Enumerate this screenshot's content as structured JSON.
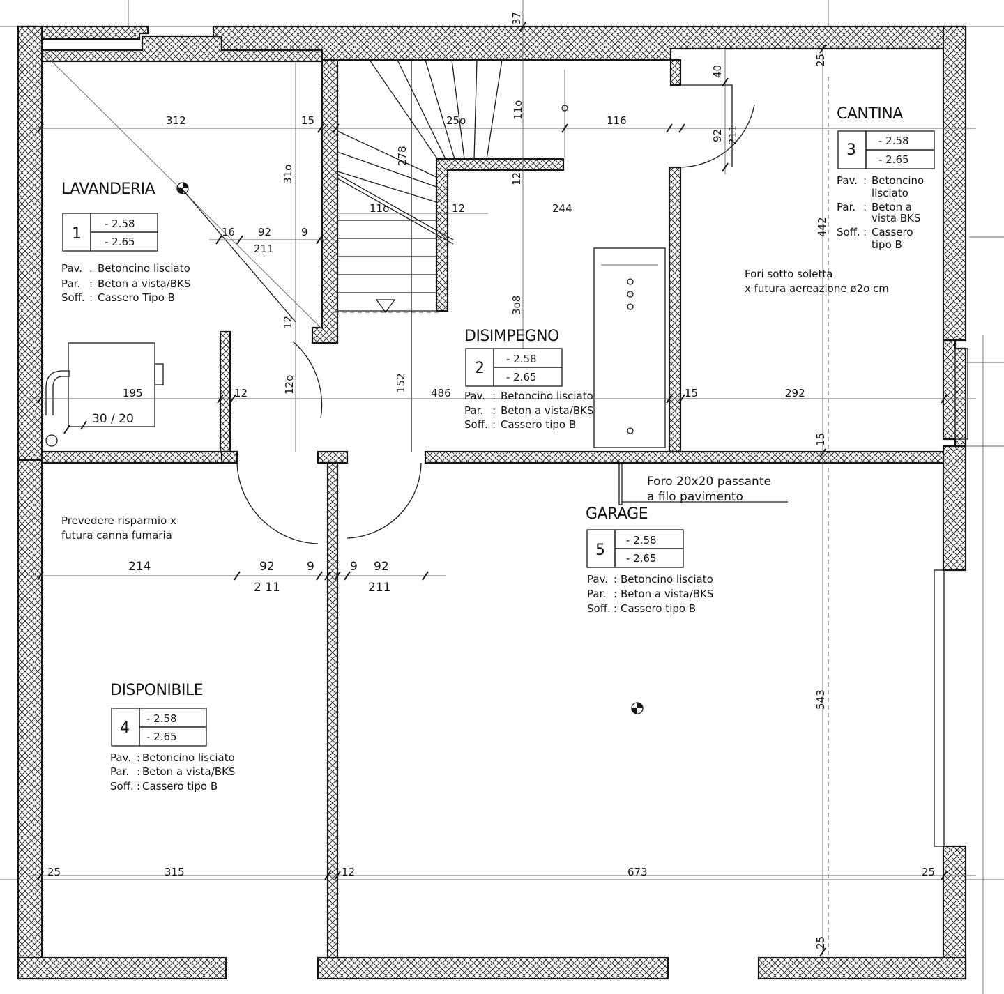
{
  "rooms": {
    "lavanderia": {
      "name": "LAVANDERIA",
      "code": "1",
      "level_top": "- 2.58",
      "level_bottom": "- 2.65",
      "finishes": [
        {
          "label": "Pav.",
          "sep": ".",
          "value": "Betoncino lisciato"
        },
        {
          "label": "Par.",
          "sep": ":",
          "value": "Beton a vista/BKS"
        },
        {
          "label": "Soff.",
          "sep": ":",
          "value": "Cassero Tipo B"
        }
      ]
    },
    "disimpegno": {
      "name": "DISIMPEGNO",
      "code": "2",
      "level_top": "- 2.58",
      "level_bottom": "- 2.65",
      "finishes": [
        {
          "label": "Pav.",
          "sep": ":",
          "value": "Betoncino lisciato"
        },
        {
          "label": "Par.",
          "sep": ":",
          "value": "Beton a vista/BKS"
        },
        {
          "label": "Soff.",
          "sep": ":",
          "value": "Cassero tipo B"
        }
      ]
    },
    "cantina": {
      "name": "CANTINA",
      "code": "3",
      "level_top": "- 2.58",
      "level_bottom": "- 2.65",
      "finishes": [
        {
          "label": "Pav.",
          "sep": ":",
          "value": "Betoncino",
          "value2": "lisciato"
        },
        {
          "label": "Par.",
          "sep": ":",
          "value": "Beton a",
          "value2": "vista BKS"
        },
        {
          "label": "Soff.",
          "sep": ":",
          "value": "Cassero",
          "value2": "tipo B"
        }
      ]
    },
    "disponibile": {
      "name": "DISPONIBILE",
      "code": "4",
      "level_top": "- 2.58",
      "level_bottom": "- 2.65",
      "finishes": [
        {
          "label": "Pav.",
          "sep": ":",
          "value": "Betoncino lisciato"
        },
        {
          "label": "Par.",
          "sep": ":",
          "value": "Beton a vista/BKS"
        },
        {
          "label": "Soff.",
          "sep": ":",
          "value": "Cassero tipo B"
        }
      ]
    },
    "garage": {
      "name": "GARAGE",
      "code": "5",
      "level_top": "- 2.58",
      "level_bottom": "- 2.65",
      "finishes": [
        {
          "label": "Pav.",
          "sep": ":",
          "value": "Betoncino lisciato"
        },
        {
          "label": "Par.",
          "sep": ":",
          "value": "Beton a vista/BKS"
        },
        {
          "label": "Soff.",
          "sep": ":",
          "value": "Cassero tipo B"
        }
      ]
    }
  },
  "notes": {
    "fori_line1": "Fori sotto soletta",
    "fori_line2": "x futura aereazione ø2o cm",
    "foro_line1": "Foro    20x20  passante",
    "foro_line2": "a filo pavimento",
    "prevedere_line1": "Prevedere risparmio x",
    "prevedere_line2": "futura canna fumaria",
    "flue": "30 / 20"
  },
  "dims": {
    "d37": "37",
    "d312": "312",
    "d15a": "15",
    "d250": "25o",
    "d110a": "11o",
    "d116": "116",
    "d40": "40",
    "d25a": "25",
    "d92a": "92",
    "d211a": "211",
    "d278": "278",
    "d12a": "12",
    "d310": "31o",
    "d110b": "11o",
    "d12b": "12",
    "d244": "244",
    "d16": "16",
    "d92b": "92",
    "d9a": "9",
    "d211b": "211",
    "d442": "442",
    "d308": "3o8",
    "d12c": "12",
    "d195": "195",
    "d12d": "12",
    "d120": "12o",
    "d152": "152",
    "d486": "486",
    "d15b": "15",
    "d292": "292",
    "d15c": "15",
    "d214": "214",
    "d92c": "92",
    "d9b": "9",
    "d9c": "9",
    "d92d": "92",
    "d211c": "2 11",
    "d211d": "211",
    "d543": "543",
    "d25b": "25",
    "d315": "315",
    "d12e": "12",
    "d673": "673",
    "d25c": "25",
    "d25d": "25"
  }
}
